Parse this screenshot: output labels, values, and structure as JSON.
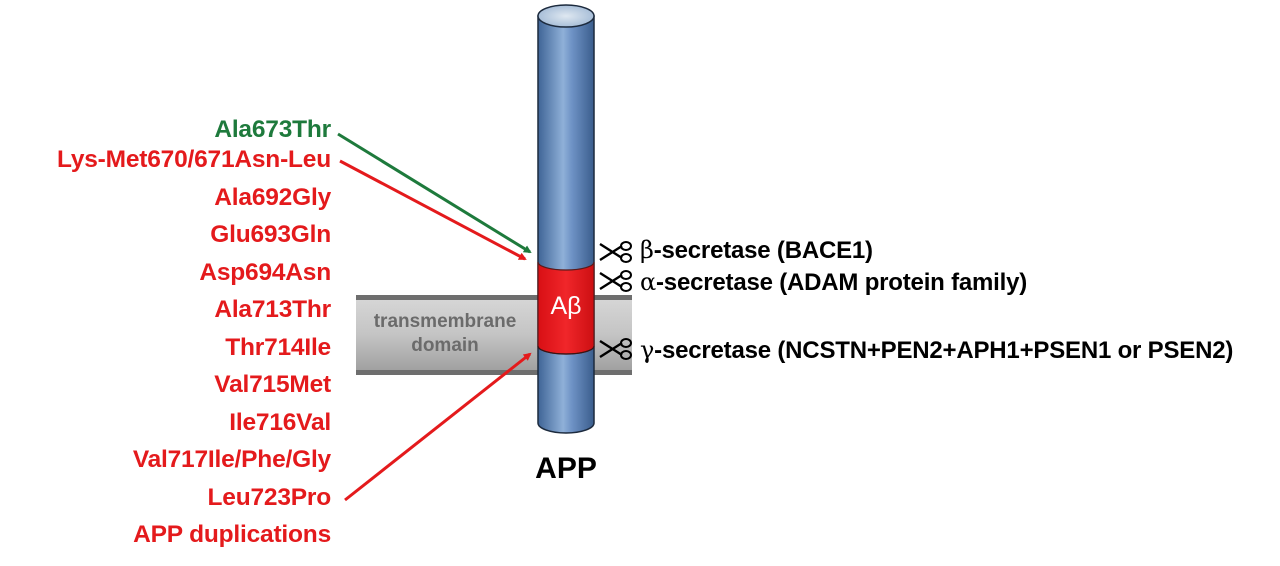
{
  "figure": {
    "protein_label": "APP",
    "amyloid_label": "Aβ",
    "membrane_label_line1": "transmembrane",
    "membrane_label_line2": "domain",
    "colors": {
      "mutation_red": "#e41a1c",
      "mutation_green": "#1e7a3c",
      "cylinder_blue": "#5b85bf",
      "abeta_red": "#e8171b",
      "membrane_gray": "#bdbdbd"
    }
  },
  "mutations": [
    {
      "label": "Ala673Thr",
      "color": "green",
      "arrow": "protective"
    },
    {
      "label": "Lys-Met670/671Asn-Leu",
      "color": "red",
      "arrow": "beta-site"
    },
    {
      "label": "Ala692Gly",
      "color": "red"
    },
    {
      "label": "Glu693Gln",
      "color": "red"
    },
    {
      "label": "Asp694Asn",
      "color": "red"
    },
    {
      "label": "Ala713Thr",
      "color": "red"
    },
    {
      "label": "Thr714Ile",
      "color": "red"
    },
    {
      "label": "Val715Met",
      "color": "red"
    },
    {
      "label": "Ile716Val",
      "color": "red"
    },
    {
      "label": "Val717Ile/Phe/Gly",
      "color": "red"
    },
    {
      "label": "Leu723Pro",
      "color": "red",
      "arrow": "gamma-site"
    },
    {
      "label": "APP duplications",
      "color": "red"
    }
  ],
  "secretases": [
    {
      "greek": "β",
      "name": "-secretase (BACE1)",
      "icon": "scissors-icon"
    },
    {
      "greek": "α",
      "name": "-secretase (ADAM protein family)",
      "icon": "scissors-icon"
    },
    {
      "greek": "γ",
      "name": "-secretase (NCSTN+PEN2+APH1+PSEN1 or PSEN2)",
      "icon": "scissors-icon"
    }
  ]
}
